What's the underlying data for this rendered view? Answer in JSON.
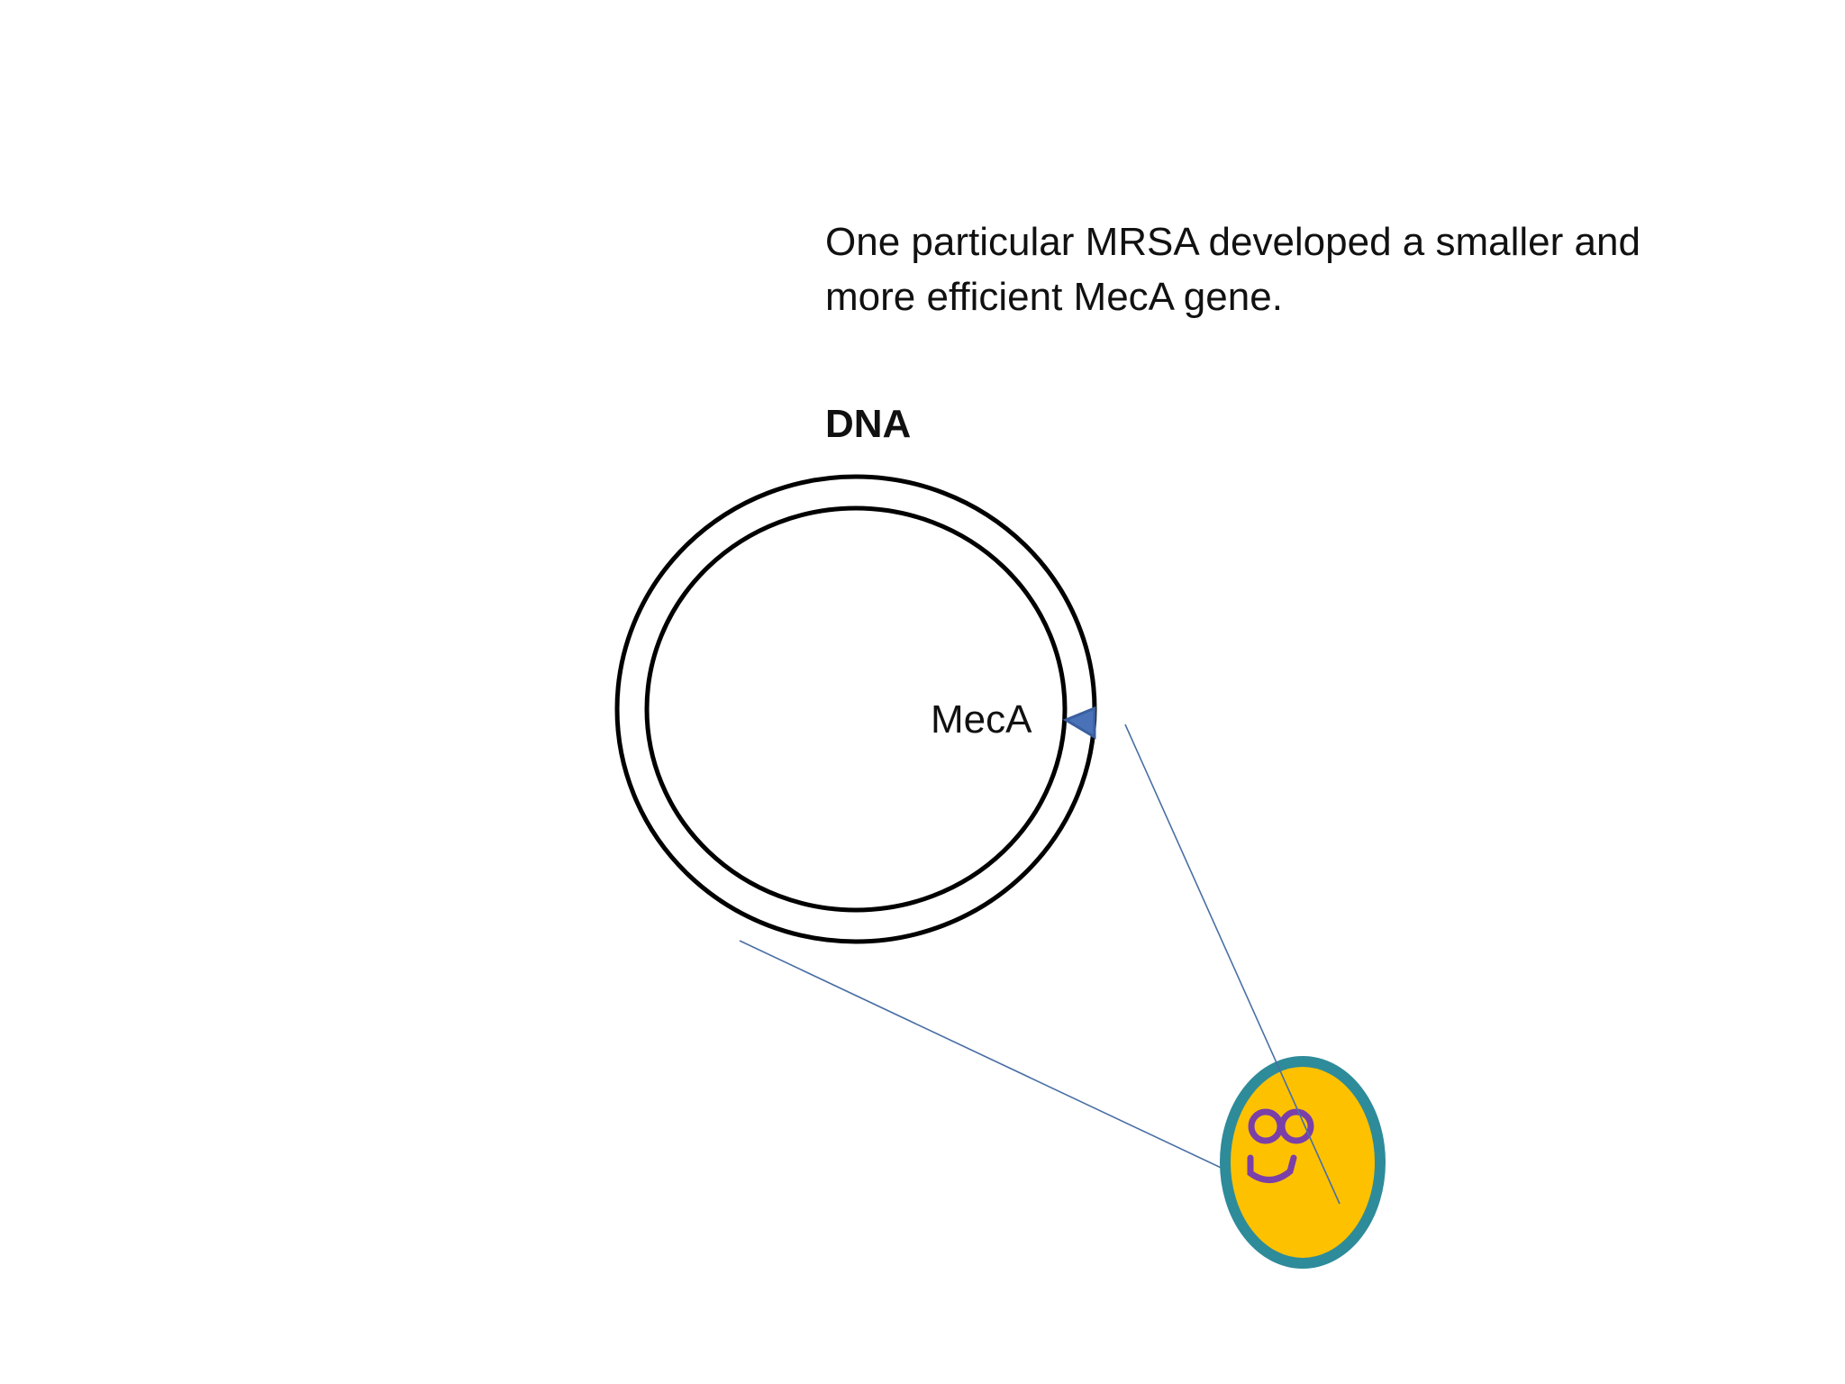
{
  "slide": {
    "caption_line_1": "One particular MRSA developed a smaller and",
    "caption_line_2": "more efficient MecA gene.",
    "dna_heading": "DNA",
    "gene_label": "MecA"
  },
  "colors": {
    "text": "#111111",
    "dna_rings": "#000000",
    "meca_marker": "#4a72b8",
    "zoom_lines": "#4a6fa5",
    "bacterium_fill": "#fdc100",
    "bacterium_outline": "#2e8b9a",
    "face": "#7b3fa8"
  },
  "icons": {
    "gene_marker": "triangle-marker-icon",
    "bacterium": "bacterium-cell-icon",
    "face": "smiley-face-icon"
  }
}
